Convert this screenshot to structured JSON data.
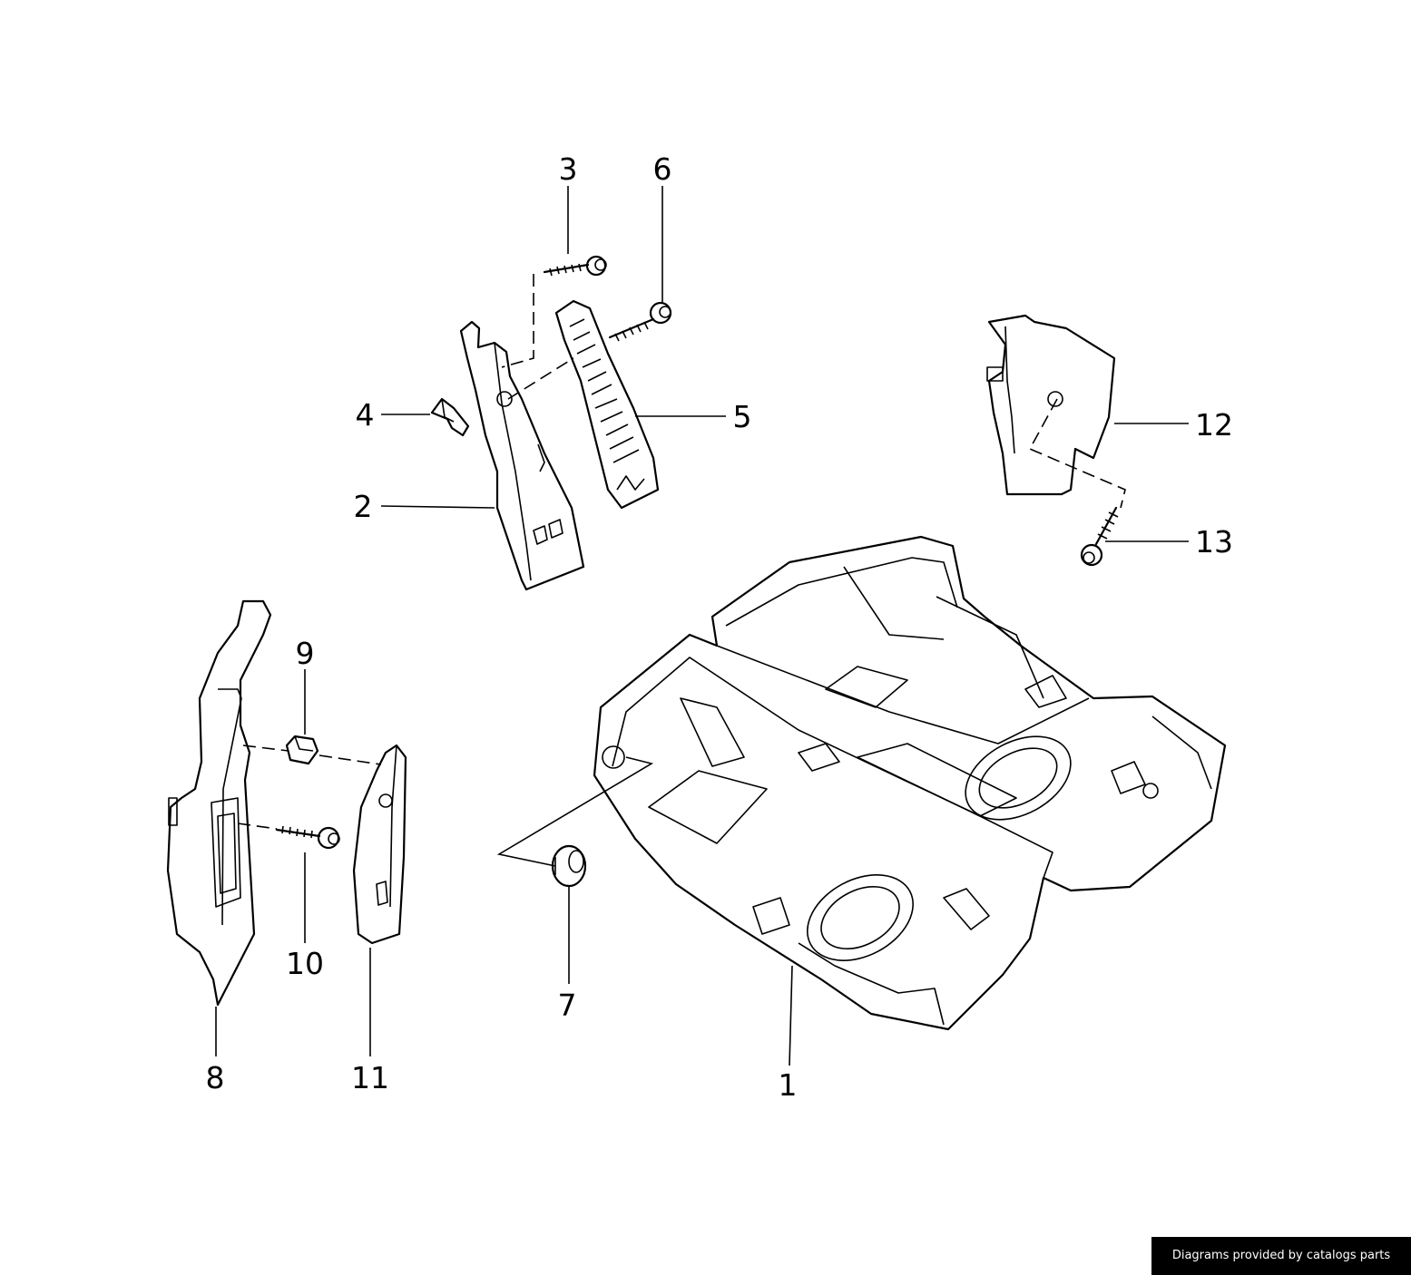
{
  "diagram": {
    "callouts": [
      "1",
      "2",
      "3",
      "4",
      "5",
      "6",
      "7",
      "8",
      "9",
      "10",
      "11",
      "12",
      "13"
    ]
  },
  "footer": {
    "credit": "Diagrams provided by catalogs parts"
  }
}
